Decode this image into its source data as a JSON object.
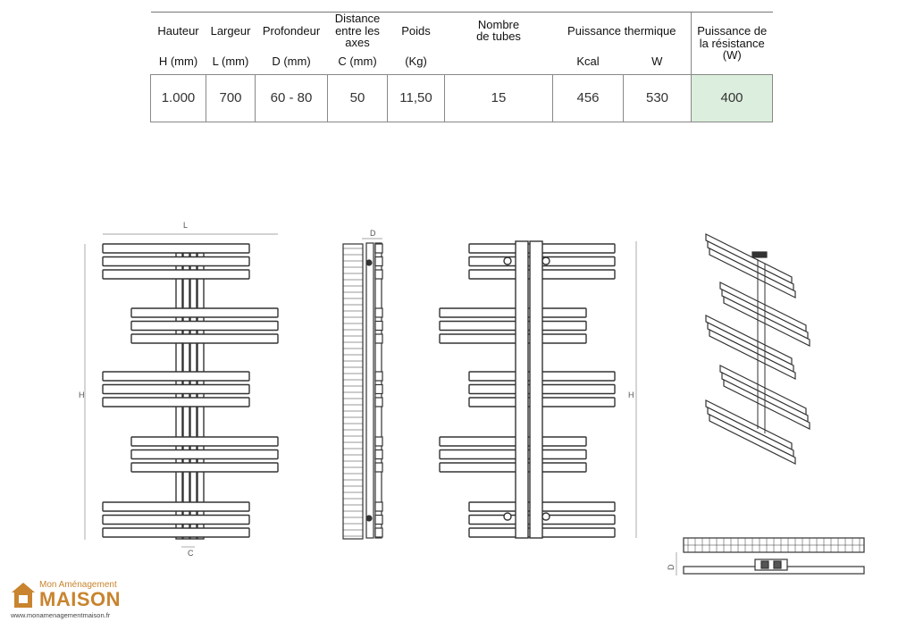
{
  "spec_table": {
    "headers": [
      {
        "label": "Hauteur",
        "unit": "H (mm)"
      },
      {
        "label": "Largeur",
        "unit": "L (mm)"
      },
      {
        "label": "Profondeur",
        "unit": "D (mm)"
      },
      {
        "label": "Distance entre les axes",
        "unit": "C (mm)"
      },
      {
        "label": "Poids",
        "unit": "(Kg)"
      },
      {
        "label": "Nombre de tubes",
        "unit": ""
      },
      {
        "label": "Puissance thermique",
        "unit_kcal": "Kcal",
        "unit_w": "W"
      },
      {
        "label": "Puissance de la résistance",
        "unit": "(W)"
      }
    ],
    "values": [
      "1.000",
      "700",
      "60 - 80",
      "50",
      "11,50",
      "15",
      "456",
      "530",
      "400"
    ],
    "highlight_color": "#dceedd"
  },
  "drawings": {
    "front": {
      "width_label": "L",
      "height_label": "H",
      "axis_label": "C"
    },
    "side": {
      "depth_label": "D"
    },
    "back": {
      "height_label": "H"
    },
    "top": {
      "depth_label": "D"
    }
  },
  "logo": {
    "line1": "Mon Aménagement",
    "line2": "MAISON",
    "url": "www.monamenagementmaison.fr",
    "color": "#c8842f"
  }
}
